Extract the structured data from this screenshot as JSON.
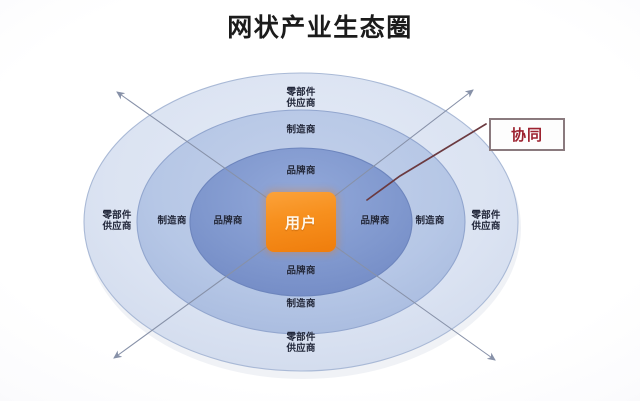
{
  "title": "网状产业生态圈",
  "center": {
    "label": "用户",
    "color": "#f7901e",
    "text_color": "#fff6e8"
  },
  "callout": {
    "label": "协同",
    "text_color": "#9d2230",
    "border_color": "#8a7a7e",
    "leader_line_color": "#6b3a40"
  },
  "rings": [
    {
      "name": "ring-inner",
      "label": "品牌商",
      "color": "#8098ce",
      "stroke": "#6f86bd"
    },
    {
      "name": "ring-middle",
      "label": "制造商",
      "color": "#b6c7e6",
      "stroke": "#93a7cf"
    },
    {
      "name": "ring-outer",
      "label": "零部件\n供应商",
      "color": "#dae3f2",
      "stroke": "#acbcd8"
    }
  ],
  "ring_labels": {
    "top": {
      "inner": "品牌商",
      "middle": "制造商",
      "outer": "零部件\n供应商"
    },
    "bottom": {
      "inner": "品牌商",
      "middle": "制造商",
      "outer": "零部件\n供应商"
    },
    "left": {
      "inner": "品牌商",
      "middle": "制造商",
      "outer": "零部件\n供应商"
    },
    "right": {
      "inner": "品牌商",
      "middle": "制造商",
      "outer": "零部件\n供应商"
    }
  },
  "arrows": {
    "color": "#8791a8",
    "count": 4,
    "directions": [
      "up-left",
      "up-right",
      "down-left",
      "down-right"
    ]
  }
}
